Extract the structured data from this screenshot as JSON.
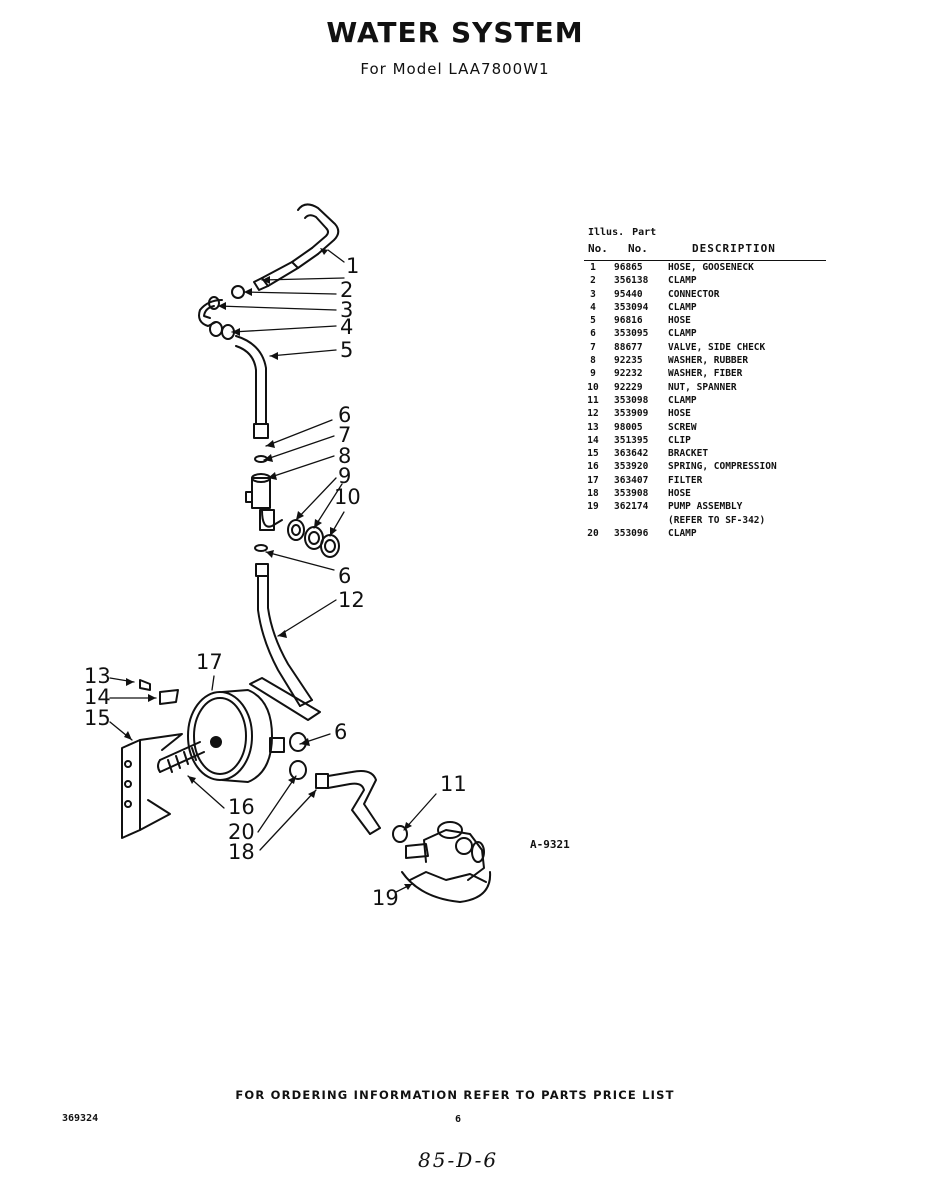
{
  "header": {
    "title": "WATER SYSTEM",
    "subtitle": "For Model LAA7800W1"
  },
  "parts_table": {
    "header_line1": [
      "Illus.",
      "Part"
    ],
    "header_line2": [
      "No.",
      "No.",
      "DESCRIPTION"
    ],
    "rows": [
      {
        "illus": "1",
        "part": "96865",
        "desc": "HOSE, GOOSENECK"
      },
      {
        "illus": "2",
        "part": "356138",
        "desc": "CLAMP"
      },
      {
        "illus": "3",
        "part": "95440",
        "desc": "CONNECTOR"
      },
      {
        "illus": "4",
        "part": "353094",
        "desc": "CLAMP"
      },
      {
        "illus": "5",
        "part": "96816",
        "desc": "HOSE"
      },
      {
        "illus": "6",
        "part": "353095",
        "desc": "CLAMP"
      },
      {
        "illus": "7",
        "part": "88677",
        "desc": "VALVE, SIDE CHECK"
      },
      {
        "illus": "8",
        "part": "92235",
        "desc": "WASHER, RUBBER"
      },
      {
        "illus": "9",
        "part": "92232",
        "desc": "WASHER, FIBER"
      },
      {
        "illus": "10",
        "part": "92229",
        "desc": "NUT, SPANNER"
      },
      {
        "illus": "11",
        "part": "353098",
        "desc": "CLAMP"
      },
      {
        "illus": "12",
        "part": "353909",
        "desc": "HOSE"
      },
      {
        "illus": "13",
        "part": "98005",
        "desc": "SCREW"
      },
      {
        "illus": "14",
        "part": "351395",
        "desc": "CLIP"
      },
      {
        "illus": "15",
        "part": "363642",
        "desc": "BRACKET"
      },
      {
        "illus": "16",
        "part": "353920",
        "desc": "SPRING, COMPRESSION"
      },
      {
        "illus": "17",
        "part": "363407",
        "desc": "FILTER"
      },
      {
        "illus": "18",
        "part": "353908",
        "desc": "HOSE"
      },
      {
        "illus": "19",
        "part": "362174",
        "desc": "PUMP ASSEMBLY"
      },
      {
        "illus": "",
        "part": "",
        "desc": "(REFER TO SF-342)"
      },
      {
        "illus": "20",
        "part": "353096",
        "desc": "CLAMP"
      }
    ]
  },
  "diagram": {
    "callouts": [
      "1",
      "2",
      "3",
      "4",
      "5",
      "6",
      "7",
      "8",
      "9",
      "10",
      "6",
      "12",
      "17",
      "13",
      "14",
      "15",
      "6",
      "11",
      "16",
      "20",
      "18",
      "19"
    ],
    "drawing_number": "A-9321"
  },
  "footer": {
    "ordering_note": "FOR ORDERING INFORMATION REFER TO PARTS PRICE LIST",
    "doc_number": "369324",
    "page_number": "6",
    "handwritten_note": "85-D-6"
  }
}
